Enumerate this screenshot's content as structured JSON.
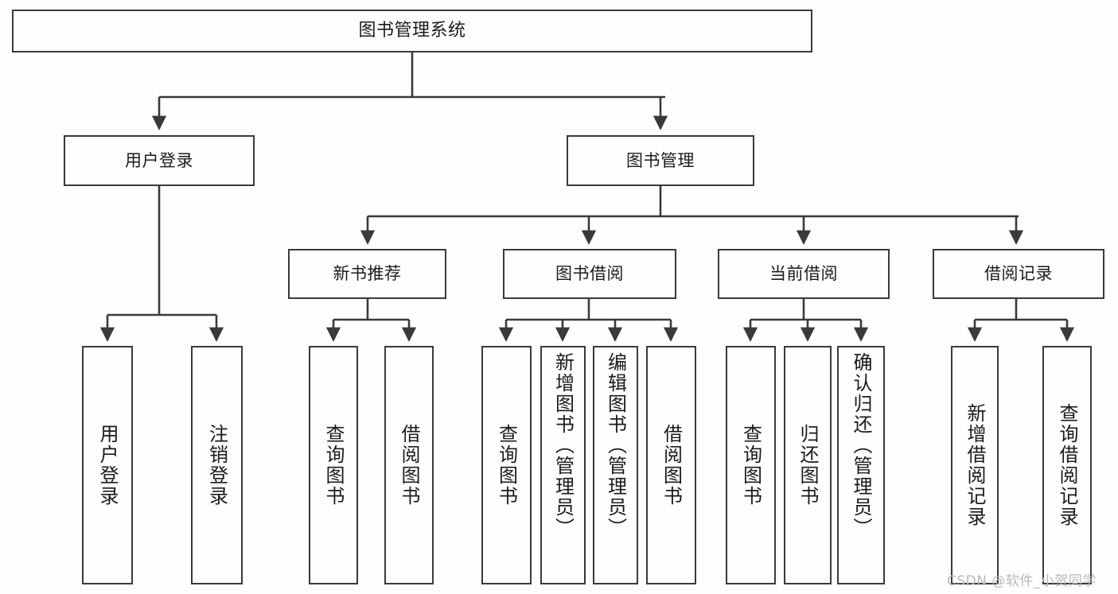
{
  "diagram": {
    "type": "tree-hierarchy",
    "title": "图书管理系统",
    "root": {
      "label": "图书管理系统"
    },
    "level2": [
      {
        "label": "用户登录"
      },
      {
        "label": "图书管理"
      }
    ],
    "level3": [
      {
        "label": "新书推荐"
      },
      {
        "label": "图书借阅"
      },
      {
        "label": "当前借阅"
      },
      {
        "label": "借阅记录"
      }
    ],
    "leaves": {
      "user_login": [
        {
          "label": "用户登录"
        },
        {
          "label": "注销登录"
        }
      ],
      "new_book_recommend": [
        {
          "label": "查询图书"
        },
        {
          "label": "借阅图书"
        }
      ],
      "book_borrow": [
        {
          "label": "查询图书"
        },
        {
          "label": "新增图书（管理员）"
        },
        {
          "label": "编辑图书（管理员）"
        },
        {
          "label": "借阅图书"
        }
      ],
      "current_borrow": [
        {
          "label": "查询图书"
        },
        {
          "label": "归还图书"
        },
        {
          "label": "确认归还（管理员）"
        }
      ],
      "borrow_record": [
        {
          "label": "新增借阅记录"
        },
        {
          "label": "查询借阅记录"
        }
      ]
    }
  },
  "watermark": {
    "text": "CSDN @软件_小贺同学"
  },
  "colors": {
    "background": "#fefefe",
    "line": "#3a3a3a",
    "box_border": "#3a3a3a",
    "text": "#1b1b1b",
    "watermark": "#b9b9b9"
  }
}
